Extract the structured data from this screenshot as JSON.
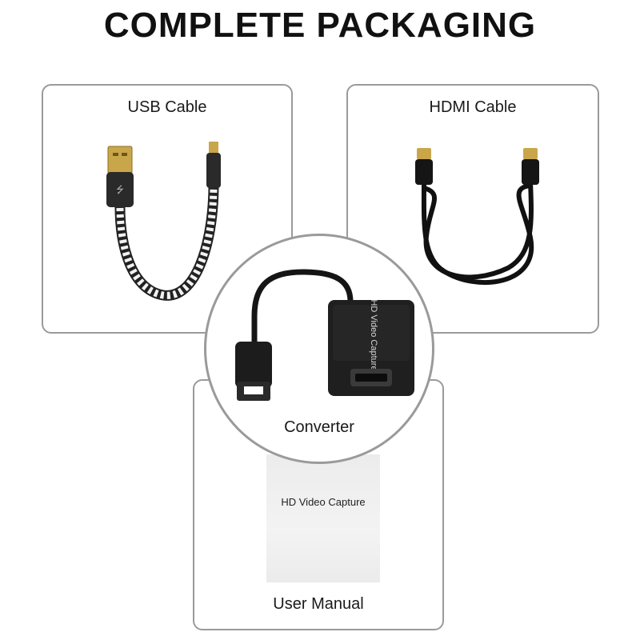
{
  "title": "COMPLETE PACKAGING",
  "items": {
    "usb_cable": "USB Cable",
    "hdmi_cable": "HDMI Cable",
    "converter": "Converter",
    "user_manual": "User Manual"
  },
  "device_label": "HD Video Capture",
  "manual_cover_text": "HD Video Capture"
}
